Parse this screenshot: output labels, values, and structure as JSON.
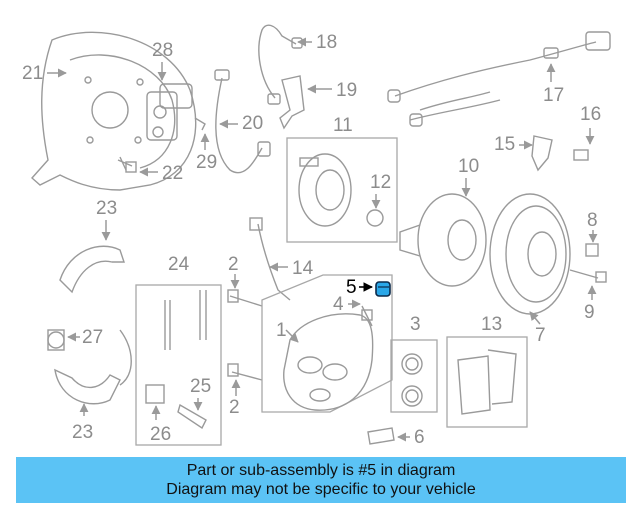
{
  "callouts": {
    "c1": "1",
    "c2a": "2",
    "c2b": "2",
    "c3": "3",
    "c4": "4",
    "c5": "5",
    "c6": "6",
    "c7": "7",
    "c8": "8",
    "c9": "9",
    "c10": "10",
    "c11": "11",
    "c12": "12",
    "c13": "13",
    "c14": "14",
    "c15": "15",
    "c16": "16",
    "c17": "17",
    "c18": "18",
    "c19": "19",
    "c20": "20",
    "c21": "21",
    "c22": "22",
    "c23a": "23",
    "c23b": "23",
    "c24": "24",
    "c25": "25",
    "c26": "26",
    "c27": "27",
    "c28": "28",
    "c29": "29"
  },
  "highlight": {
    "part_number": "5",
    "color": "#2aa7e8",
    "banner_color": "#5bc3f5"
  },
  "banner": {
    "line1": "Part or sub-assembly is #5 in diagram",
    "line2": "Diagram may not be specific to your vehicle"
  }
}
